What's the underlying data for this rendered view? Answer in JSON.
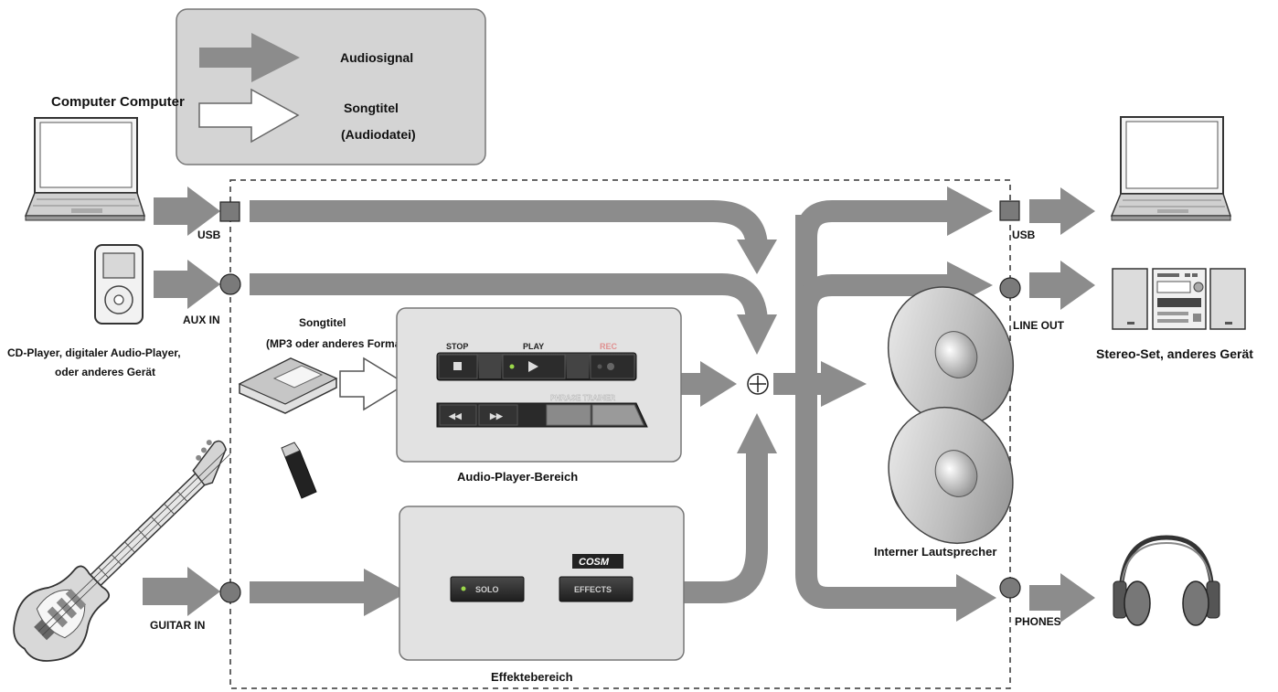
{
  "legend": {
    "audio_signal": "Audiosignal",
    "songtitle_line1": "Songtitel",
    "songtitle_line2": "(Audiodatei)"
  },
  "inputs": {
    "computer": "Computer Computer",
    "usb_in": "USB",
    "aux_in": "AUX IN",
    "player_line1": "CD-Player, digitaler Audio-Player,",
    "player_line2": "oder anderes Gerät",
    "guitar_in": "GUITAR IN"
  },
  "song_source": {
    "line1": "Songtitel",
    "line2": "(MP3 oder anderes Format)"
  },
  "audio_player": {
    "section_label": "Audio-Player-Bereich",
    "stop": "STOP",
    "play": "PLAY",
    "rec": "REC",
    "phrase_trainer": "PHRASE TRAINER",
    "rew": "◀◀",
    "ff": "▶▶"
  },
  "effects": {
    "section_label": "Effektebereich",
    "cosm": "COSM",
    "solo": "SOLO",
    "effects": "EFFECTS"
  },
  "outputs": {
    "usb_out": "USB",
    "line_out": "LINE OUT",
    "stereo": "Stereo-Set, anderes Gerät",
    "speaker": "Interner Lautsprecher",
    "phones": "PHONES"
  },
  "colors": {
    "arrow": "#8c8c8c",
    "panel": "#e2e2e2",
    "legend_box": "#d4d4d4",
    "port": "#7a7a7a",
    "led": "#9bd84a"
  }
}
